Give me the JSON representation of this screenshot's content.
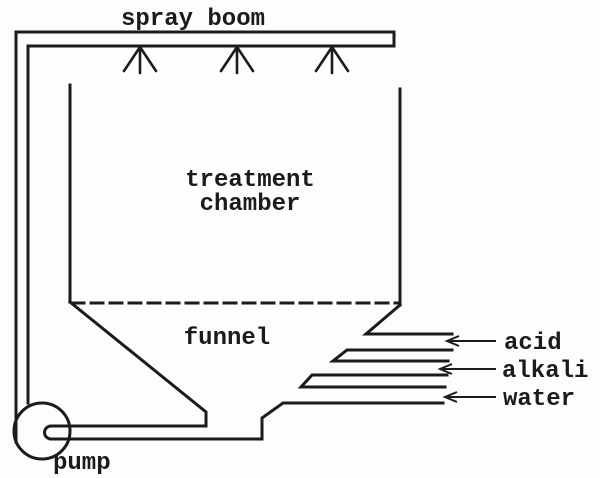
{
  "diagram": {
    "kind": "spray-treatment-system-schematic",
    "labels": {
      "spray_boom": "spray boom",
      "treatment_chamber_line1": "treatment",
      "treatment_chamber_line2": "chamber",
      "funnel": "funnel",
      "pump": "pump"
    },
    "inlets": [
      {
        "label": "acid"
      },
      {
        "label": "alkali"
      },
      {
        "label": "water"
      }
    ],
    "spray_nozzle_count": "3",
    "colors": {
      "ink": "#1b1b1b",
      "background": "#fdfdfb"
    }
  }
}
